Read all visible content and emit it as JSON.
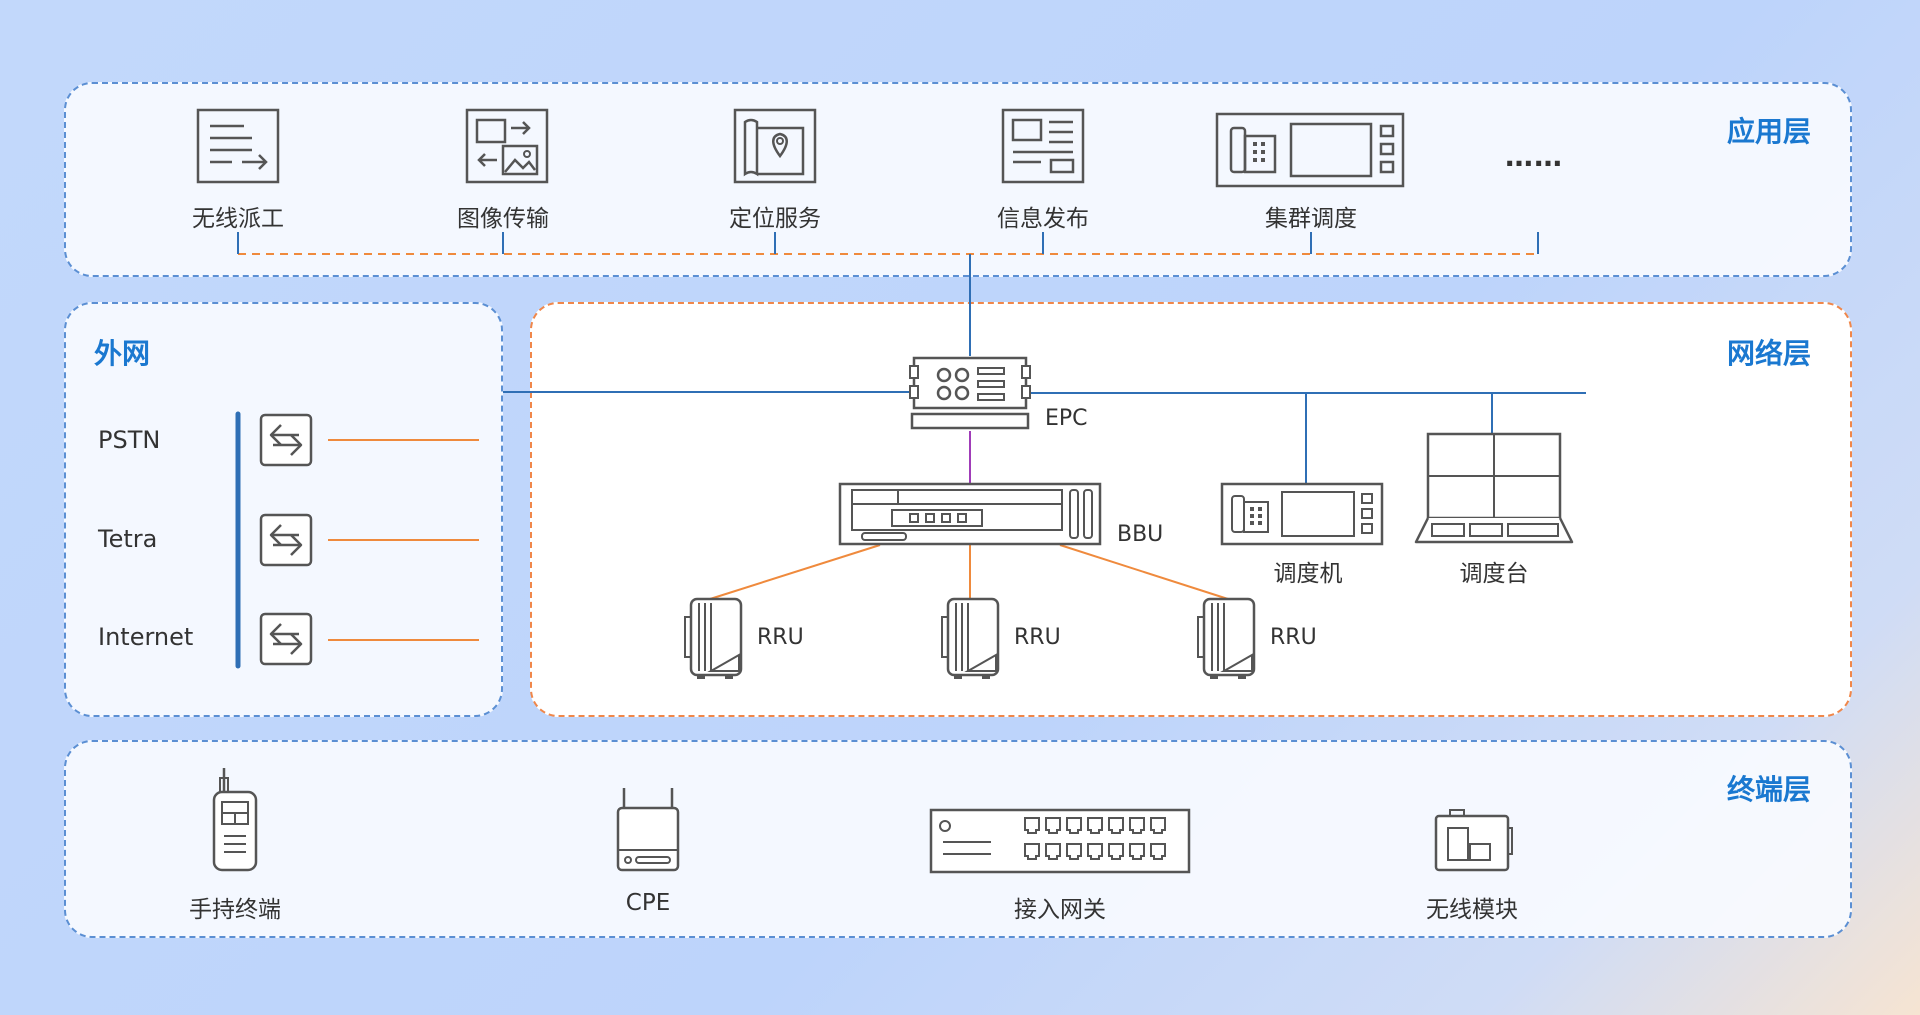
{
  "layers": {
    "application": {
      "title": "应用层",
      "items": [
        {
          "label": "无线派工",
          "icon": "dispatch-icon"
        },
        {
          "label": "图像传输",
          "icon": "image-transfer-icon"
        },
        {
          "label": "定位服务",
          "icon": "location-map-icon"
        },
        {
          "label": "信息发布",
          "icon": "info-publish-icon"
        },
        {
          "label": "集群调度",
          "icon": "trunk-dispatch-console-icon"
        }
      ],
      "ellipsis": "……"
    },
    "external": {
      "title": "外网",
      "items": [
        {
          "label": "PSTN",
          "icon": "gateway-switch-icon"
        },
        {
          "label": "Tetra",
          "icon": "gateway-switch-icon"
        },
        {
          "label": "Internet",
          "icon": "gateway-switch-icon"
        }
      ]
    },
    "network": {
      "title": "网络层",
      "epc": "EPC",
      "bbu": "BBU",
      "rru": [
        "RRU",
        "RRU",
        "RRU"
      ],
      "dispatcher": "调度机",
      "console": "调度台"
    },
    "terminal": {
      "title": "终端层",
      "items": [
        {
          "label": "手持终端",
          "icon": "handheld-terminal-icon"
        },
        {
          "label": "CPE",
          "icon": "cpe-router-icon"
        },
        {
          "label": "接入网关",
          "icon": "access-gateway-icon"
        },
        {
          "label": "无线模块",
          "icon": "wireless-module-icon"
        }
      ]
    }
  },
  "colors": {
    "box_border": "#5b8fd3",
    "network_border": "#f0874a",
    "label_blue": "#1a78d0",
    "line_blue": "#2f6fb5",
    "line_orange": "#ef8a3d",
    "line_purple": "#a03cb8",
    "icon_stroke": "#555555"
  }
}
